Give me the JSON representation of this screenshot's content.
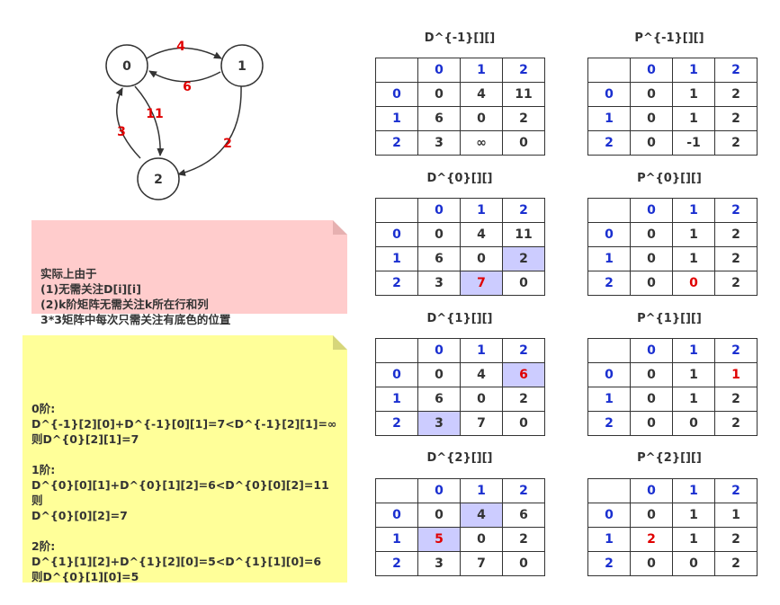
{
  "graph": {
    "nodes": [
      "0",
      "1",
      "2"
    ],
    "edges": [
      {
        "from": "0",
        "to": "1",
        "weight": "4"
      },
      {
        "from": "1",
        "to": "0",
        "weight": "6"
      },
      {
        "from": "0",
        "to": "2",
        "weight": "11"
      },
      {
        "from": "2",
        "to": "0",
        "weight": "3"
      },
      {
        "from": "1",
        "to": "2",
        "weight": "2"
      }
    ],
    "colors": {
      "node_stroke": "#333333",
      "weight": "#e00000"
    }
  },
  "notes": {
    "note1": "实际上由于\n(1)无需关注D[i][i]\n(2)k阶矩阵无需关注k所在行和列\n3*3矩阵中每次只需关注有底色的位置",
    "note2": "0阶:\nD^{-1}[2][0]+D^{-1}[0][1]=7<D^{-1}[2][1]=∞\n则D^{0}[2][1]=7\n\n1阶:\nD^{0}[0][1]+D^{0}[1][2]=6<D^{0}[0][2]=11则\nD^{0}[0][2]=7\n\n2阶:\nD^{1}[1][2]+D^{1}[2][0]=5<D^{1}[1][0]=6\n则D^{0}[1][0]=5"
  },
  "matrices": [
    {
      "title": "D^{-1}[][]",
      "header": [
        "",
        "0",
        "1",
        "2"
      ],
      "rows": [
        [
          "0",
          "0",
          "4",
          "11"
        ],
        [
          "1",
          "6",
          "0",
          "2"
        ],
        [
          "2",
          "3",
          "∞",
          "0"
        ]
      ],
      "highlight": [],
      "red": []
    },
    {
      "title": "P^{-1}[][]",
      "header": [
        "",
        "0",
        "1",
        "2"
      ],
      "rows": [
        [
          "0",
          "0",
          "1",
          "2"
        ],
        [
          "1",
          "0",
          "1",
          "2"
        ],
        [
          "2",
          "0",
          "-1",
          "2"
        ]
      ],
      "highlight": [],
      "red": []
    },
    {
      "title": "D^{0}[][]",
      "header": [
        "",
        "0",
        "1",
        "2"
      ],
      "rows": [
        [
          "0",
          "0",
          "4",
          "11"
        ],
        [
          "1",
          "6",
          "0",
          "2"
        ],
        [
          "2",
          "3",
          "7",
          "0"
        ]
      ],
      "highlight": [
        [
          1,
          2
        ],
        [
          2,
          1
        ]
      ],
      "red": [
        [
          2,
          1
        ]
      ]
    },
    {
      "title": "P^{0}[][]",
      "header": [
        "",
        "0",
        "1",
        "2"
      ],
      "rows": [
        [
          "0",
          "0",
          "1",
          "2"
        ],
        [
          "1",
          "0",
          "1",
          "2"
        ],
        [
          "2",
          "0",
          "0",
          "2"
        ]
      ],
      "highlight": [],
      "red": [
        [
          2,
          1
        ]
      ]
    },
    {
      "title": "D^{1}[][]",
      "header": [
        "",
        "0",
        "1",
        "2"
      ],
      "rows": [
        [
          "0",
          "0",
          "4",
          "6"
        ],
        [
          "1",
          "6",
          "0",
          "2"
        ],
        [
          "2",
          "3",
          "7",
          "0"
        ]
      ],
      "highlight": [
        [
          0,
          2
        ],
        [
          2,
          0
        ]
      ],
      "red": [
        [
          0,
          2
        ]
      ]
    },
    {
      "title": "P^{1}[][]",
      "header": [
        "",
        "0",
        "1",
        "2"
      ],
      "rows": [
        [
          "0",
          "0",
          "1",
          "1"
        ],
        [
          "1",
          "0",
          "1",
          "2"
        ],
        [
          "2",
          "0",
          "0",
          "2"
        ]
      ],
      "highlight": [],
      "red": [
        [
          0,
          2
        ]
      ]
    },
    {
      "title": "D^{2}[][]",
      "header": [
        "",
        "0",
        "1",
        "2"
      ],
      "rows": [
        [
          "0",
          "0",
          "4",
          "6"
        ],
        [
          "1",
          "5",
          "0",
          "2"
        ],
        [
          "2",
          "3",
          "7",
          "0"
        ]
      ],
      "highlight": [
        [
          0,
          1
        ],
        [
          1,
          0
        ]
      ],
      "red": [
        [
          1,
          0
        ]
      ]
    },
    {
      "title": "P^{2}[][]",
      "header": [
        "",
        "0",
        "1",
        "2"
      ],
      "rows": [
        [
          "0",
          "0",
          "1",
          "1"
        ],
        [
          "1",
          "2",
          "1",
          "2"
        ],
        [
          "2",
          "0",
          "0",
          "2"
        ]
      ],
      "highlight": [],
      "red": [
        [
          1,
          0
        ]
      ]
    }
  ]
}
